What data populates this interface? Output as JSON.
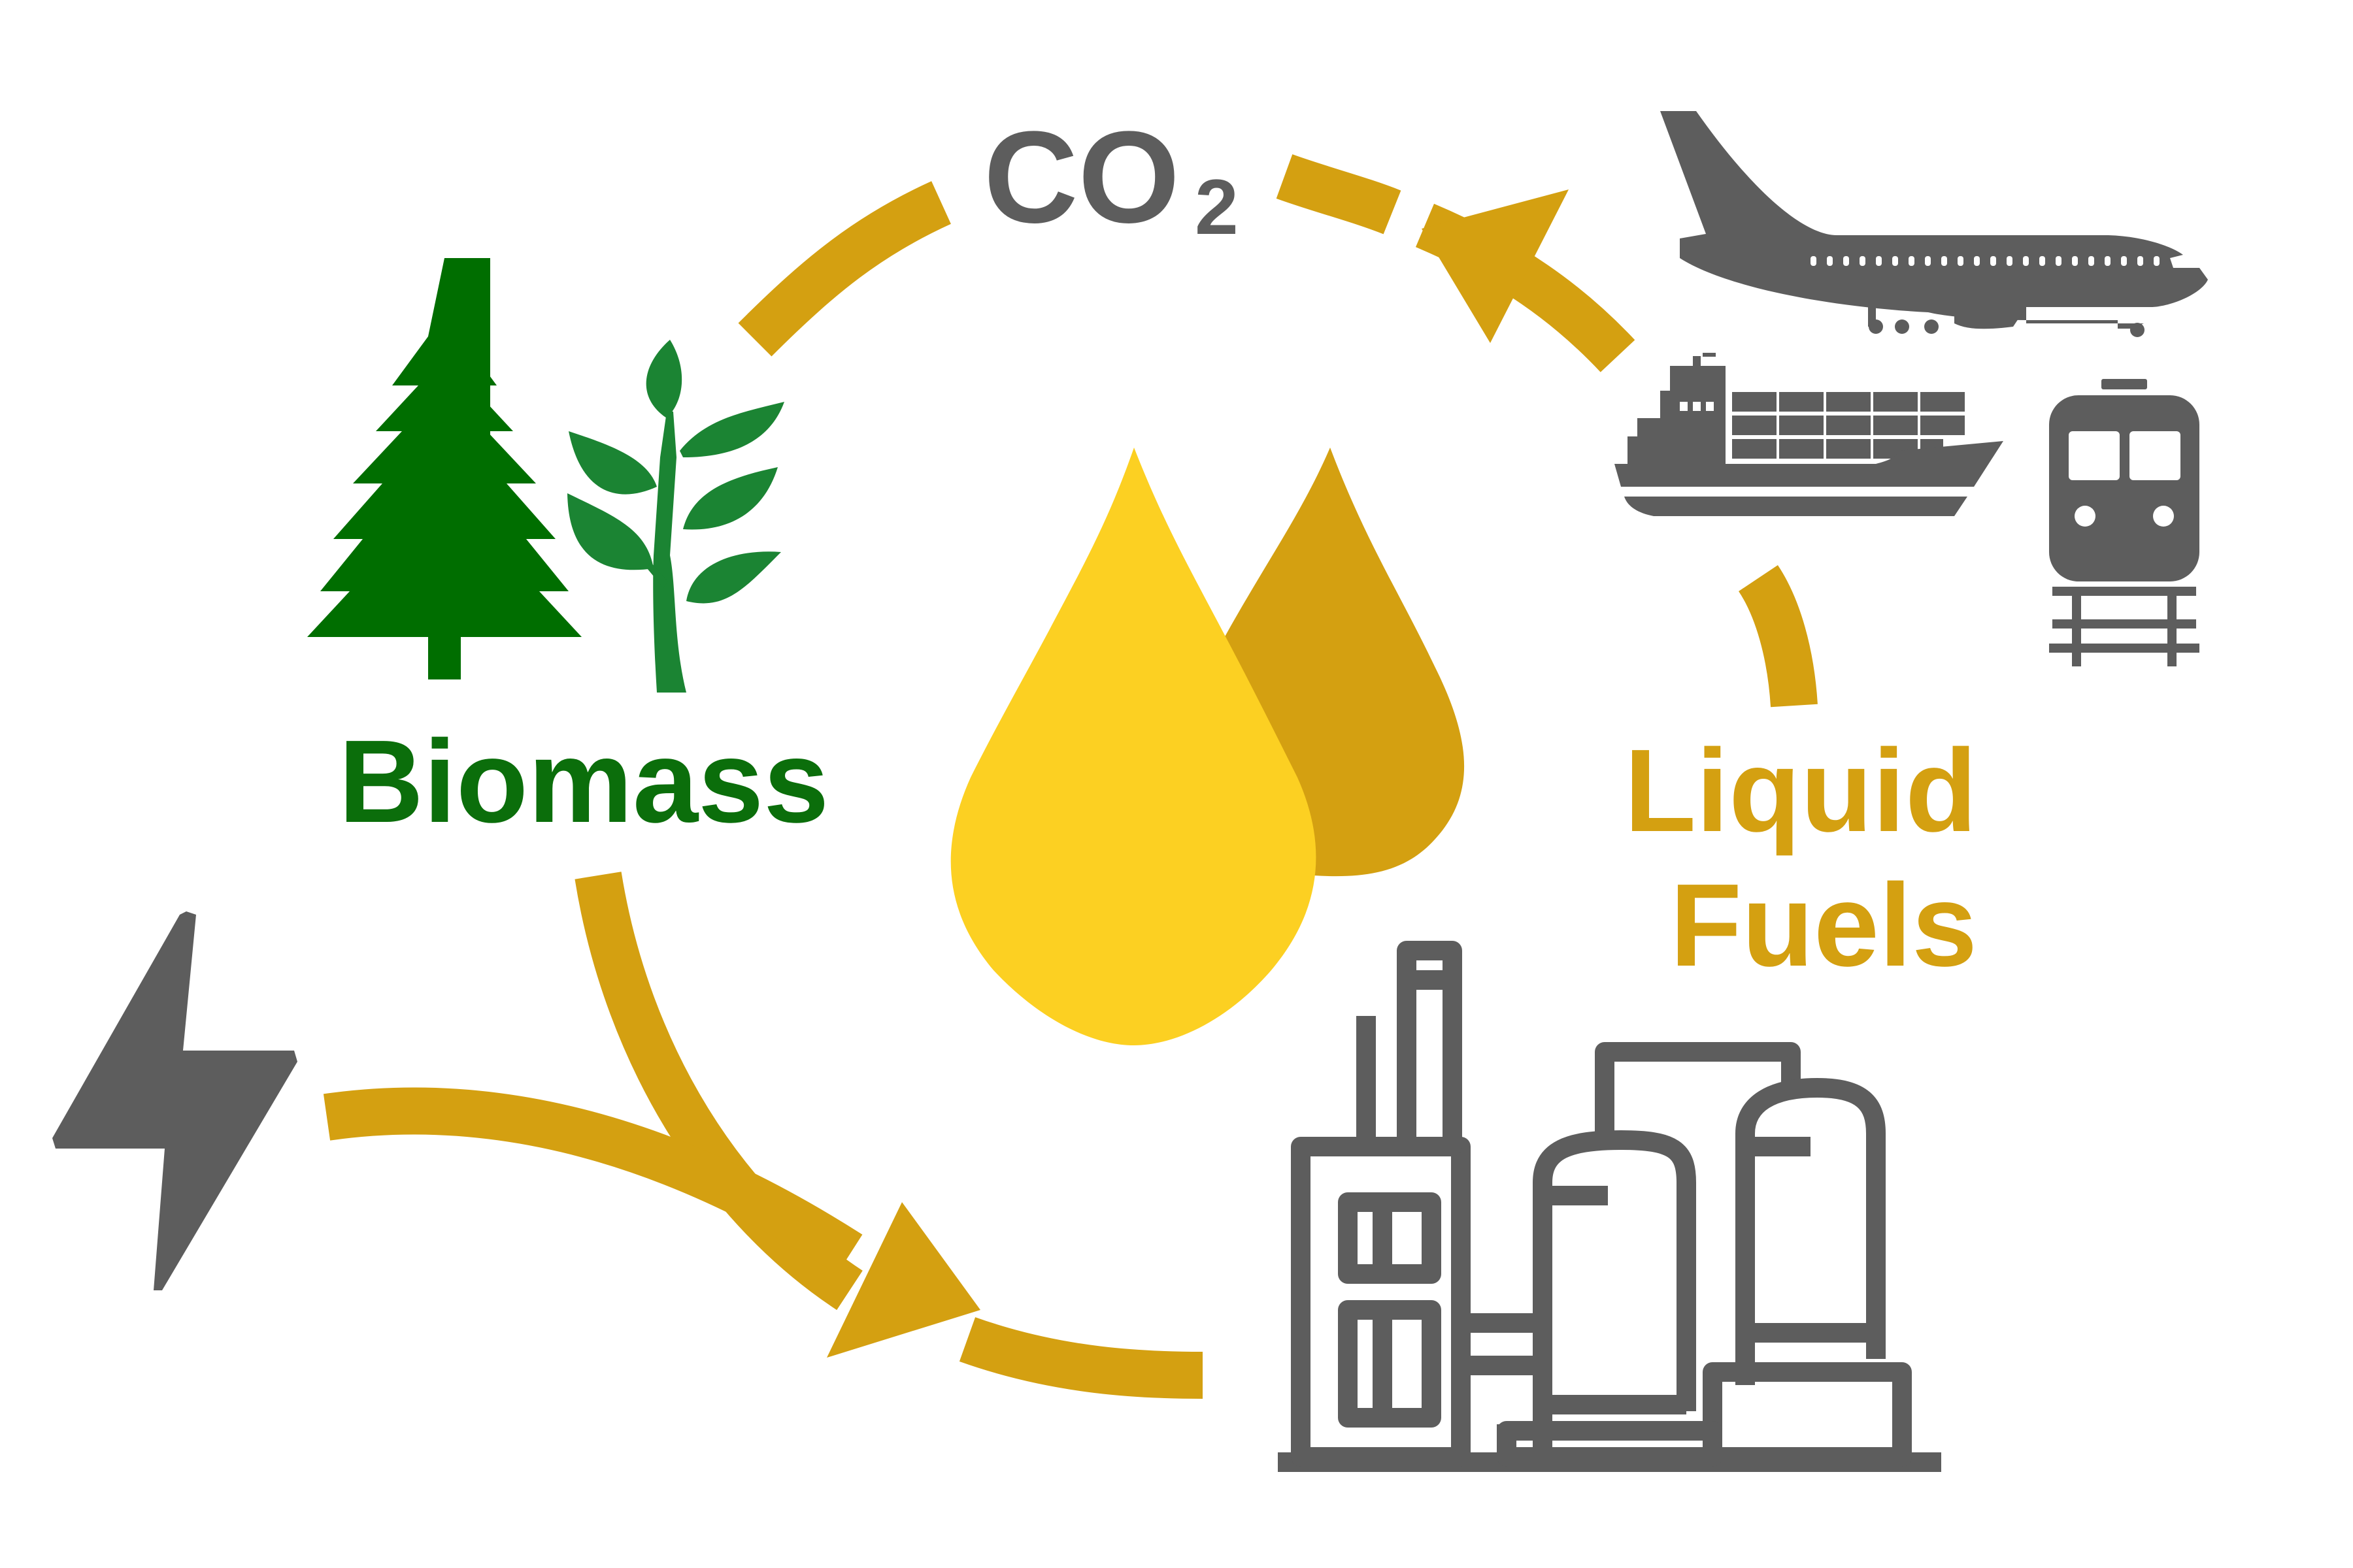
{
  "labels": {
    "co2_main": "CO",
    "co2_sub": "2",
    "biomass": "Biomass",
    "liquid": "Liquid",
    "fuels": "Fuels"
  },
  "colors": {
    "arrow": "#D4A011",
    "biomass_text": "#0B6E0B",
    "tree": "#006E00",
    "plant": "#1B8433",
    "icon_gray": "#5D5D5D",
    "drop_front": "#FCD022",
    "drop_back": "#D4A011",
    "fuel_text": "#D4A011"
  },
  "icons": [
    "pine-tree-icon",
    "plant-icon",
    "fuel-drops-icon",
    "airplane-icon",
    "cargo-ship-icon",
    "train-icon",
    "lightning-bolt-icon",
    "refinery-icon"
  ]
}
